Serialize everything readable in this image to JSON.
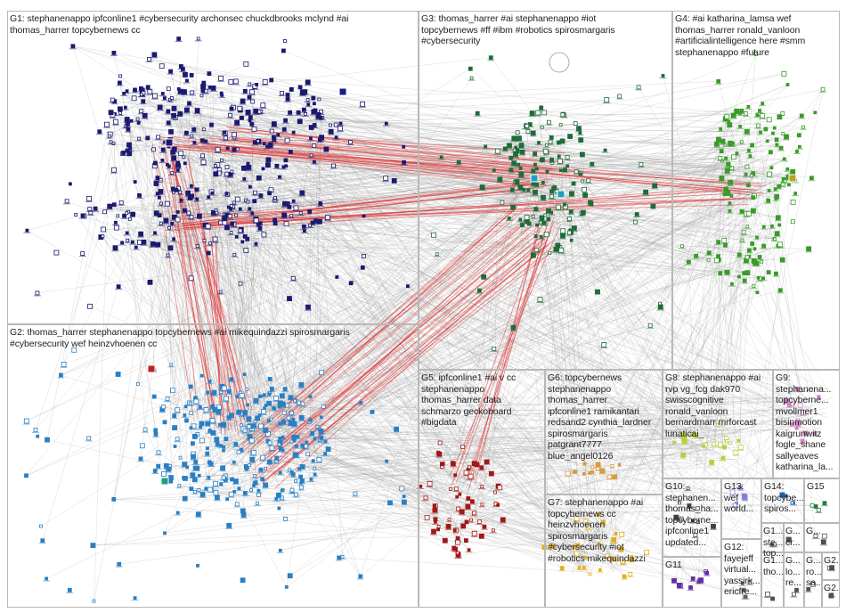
{
  "graph": {
    "edge_color_default": "#9a9a9a",
    "edge_color_highlight": "#e02020",
    "groups": [
      {
        "id": "G1",
        "color": "#1a1a6e",
        "label_lines": [
          "G1: stephanenappo ipfconline1 #cybersecurity archonsec chuckdbrooks mclynd #ai",
          "thomas_harrer topcybernews cc"
        ]
      },
      {
        "id": "G2",
        "color": "#2a7fc2",
        "label_lines": [
          "G2: thomas_harrer stephanenappo topcybernews #ai mikequindazzi spirosmargaris",
          "#cybersecurity wef heinzvhoenen cc"
        ]
      },
      {
        "id": "G3",
        "color": "#1f6b3a",
        "label_lines": [
          "G3: thomas_harrer #ai stephanenappo #iot",
          "topcybernews #ff #ibm #robotics spirosmargaris",
          "#cybersecurity"
        ]
      },
      {
        "id": "G4",
        "color": "#3a9a2a",
        "label_lines": [
          "G4: #ai katharina_lamsa wef",
          "thomas_harrer ronald_vanloon",
          "#artificialintelligence here #smm",
          "stephanenappo #future"
        ]
      },
      {
        "id": "G5",
        "color": "#a01818",
        "label_lines": [
          "G5: ipfconline1 #ai v cc",
          "stephanenappo",
          "thomas_harrer data",
          "schmarzo geckoboard",
          "#bigdata"
        ]
      },
      {
        "id": "G6",
        "color": "#d89a40",
        "label_lines": [
          "G6: topcybernews",
          "stephanenappo",
          "thomas_harrer",
          "ipfconline1 ramikantari",
          "redsand2 cynthia_lardner",
          "spirosmargaris",
          "patgrant7777",
          "blue_angel0126"
        ]
      },
      {
        "id": "G7",
        "color": "#e0b020",
        "label_lines": [
          "G7: stephanenappo #ai",
          "topcybernews cc",
          "heinzvhoenen",
          "spirosmargaris",
          "#cybersecurity #iot",
          "#robotics mikequindazzi"
        ]
      },
      {
        "id": "G8",
        "color": "#b8d040",
        "label_lines": [
          "G8: stephanenappo #ai",
          "rvp vg_fcg dak970",
          "swisscognitive",
          "ronald_vanloon",
          "bernardmarr mrforcast",
          "lunaticai_"
        ]
      },
      {
        "id": "G9",
        "color": "#d080c0",
        "label_lines": [
          "G9:",
          "stephanena...",
          "topcyberne...",
          "mvollmer1",
          "bisinmotion",
          "kaigrunwitz",
          "fogle_shane",
          "sallyeaves",
          "katharina_la..."
        ]
      },
      {
        "id": "G10",
        "color": "#404040",
        "label_lines": [
          "G10:",
          "stephanen...",
          "thomas_ha...",
          "topcyberne...",
          "ipfconline1",
          "updated..."
        ]
      },
      {
        "id": "G11",
        "color": "#6030a0",
        "label_lines": [
          "G11"
        ]
      },
      {
        "id": "G12",
        "color": "#606060",
        "label_lines": [
          "G12:",
          "fayejeff",
          "virtual...",
          "yassirk...",
          "ericfre..."
        ]
      },
      {
        "id": "G13",
        "color": "#8080d0",
        "label_lines": [
          "G13:",
          "wef",
          "world..."
        ]
      },
      {
        "id": "G14",
        "color": "#2060a0",
        "label_lines": [
          "G14:",
          "topcybe...",
          "spiros..."
        ]
      },
      {
        "id": "G15",
        "color": "#208040",
        "label_lines": [
          "G15"
        ]
      },
      {
        "id": "G16",
        "color": "#505050",
        "label_lines": [
          "G1...",
          "ste...",
          "top..."
        ]
      },
      {
        "id": "G17",
        "color": "#505050",
        "label_lines": [
          "G...",
          "cr..."
        ]
      },
      {
        "id": "G18",
        "color": "#505050",
        "label_lines": [
          "G..."
        ]
      },
      {
        "id": "G19",
        "color": "#505050",
        "label_lines": [
          "G1...",
          "tho..."
        ]
      },
      {
        "id": "G20",
        "color": "#505050",
        "label_lines": [
          "G...",
          "lo...",
          "re..."
        ]
      },
      {
        "id": "G21",
        "color": "#505050",
        "label_lines": [
          "G...",
          "ro...",
          "sa..."
        ]
      },
      {
        "id": "G22",
        "color": "#505050",
        "label_lines": [
          "G2..."
        ]
      },
      {
        "id": "G23",
        "color": "#505050",
        "label_lines": [
          "G2..."
        ]
      }
    ]
  }
}
